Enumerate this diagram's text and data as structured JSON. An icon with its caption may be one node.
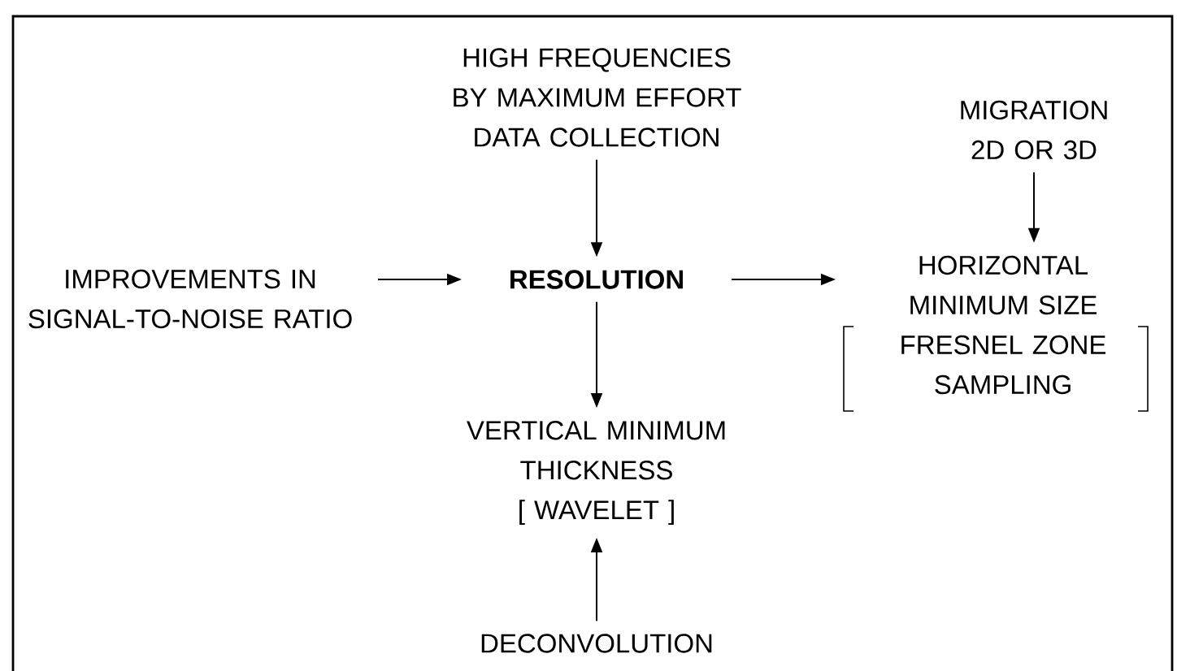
{
  "diagram": {
    "nodes": [
      {
        "text": [
          "HIGH FREQUENCIES BY MAXIMUM EFFORT DATA COLLECTION"
        ]
      },
      {
        "text": [
          "MIGRATION 2D OR 3D"
        ]
      },
      {
        "text": [
          "IMPROVEMENTS IN SIGNAL-TO-NOISE RATIO"
        ]
      },
      {
        "text": [
          "RESOLUTION"
        ]
      },
      {
        "text": [
          "HORIZONTAL MINIMUM SIZE",
          "FRESNEL ZONE SAMPLING"
        ]
      },
      {
        "text": [
          "VERTICAL MINIMUM THICKNESS",
          "[ WAVELET ]"
        ]
      },
      {
        "text": [
          "DECONVOLUTION"
        ]
      }
    ],
    "edges": [
      {
        "from": 0,
        "to": 3,
        "arrow": "to"
      },
      {
        "from": 2,
        "to": 3,
        "arrow": "to"
      },
      {
        "from": 3,
        "to": 4,
        "arrow": "to"
      },
      {
        "from": 1,
        "to": 4,
        "arrow": "to"
      },
      {
        "from": 3,
        "to": 5,
        "arrow": "to"
      },
      {
        "from": 6,
        "to": 5,
        "arrow": "to"
      }
    ]
  }
}
